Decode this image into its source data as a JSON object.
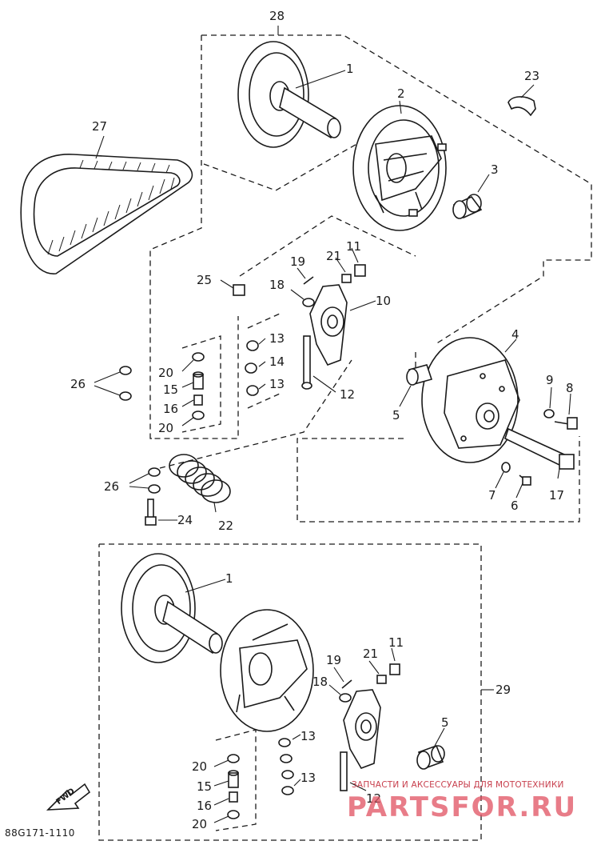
{
  "diagram": {
    "part_labels": {
      "upper_assembly": "28",
      "lower_assembly": "29",
      "fixed_sheave_upper": "1",
      "fixed_sheave_lower": "1",
      "movable_sheave": "2",
      "roller_upper": "3",
      "cover": "4",
      "roller_5_upper": "5",
      "roller_5_lower": "5",
      "bolt_6": "6",
      "washer_7": "7",
      "bolt_8": "8",
      "washer_9": "9",
      "spider": "10",
      "cap_11_upper": "11",
      "cap_11_lower": "11",
      "pin_12_upper": "12",
      "pin_12_lower": "12",
      "washer_13_a": "13",
      "washer_13_b": "13",
      "washer_13_c": "13",
      "washer_13_d": "13",
      "collar_14": "14",
      "bushing_15_upper": "15",
      "bushing_15_lower": "15",
      "collar_16_upper": "16",
      "collar_16_lower": "16",
      "bolt_17": "17",
      "washer_18_upper": "18",
      "washer_18_lower": "18",
      "pin_19_upper": "19",
      "pin_19_lower": "19",
      "washer_20_a": "20",
      "washer_20_b": "20",
      "washer_20_c": "20",
      "washer_20_d": "20",
      "nut_21_upper": "21",
      "nut_21_lower": "21",
      "spring": "22",
      "clip": "23",
      "bolt_24": "24",
      "nut_25": "25",
      "washer_26_a": "26",
      "washer_26_b": "26",
      "drive_belt": "27"
    },
    "direction_label": "FWD",
    "drawing_code": "88G171-1110"
  },
  "watermark": {
    "line1": "ЗАПЧАСТИ И АКСЕССУАРЫ ДЛЯ МОТОТЕХНИКИ",
    "line2": "PARTSFOR.RU",
    "color": "#e05060"
  }
}
